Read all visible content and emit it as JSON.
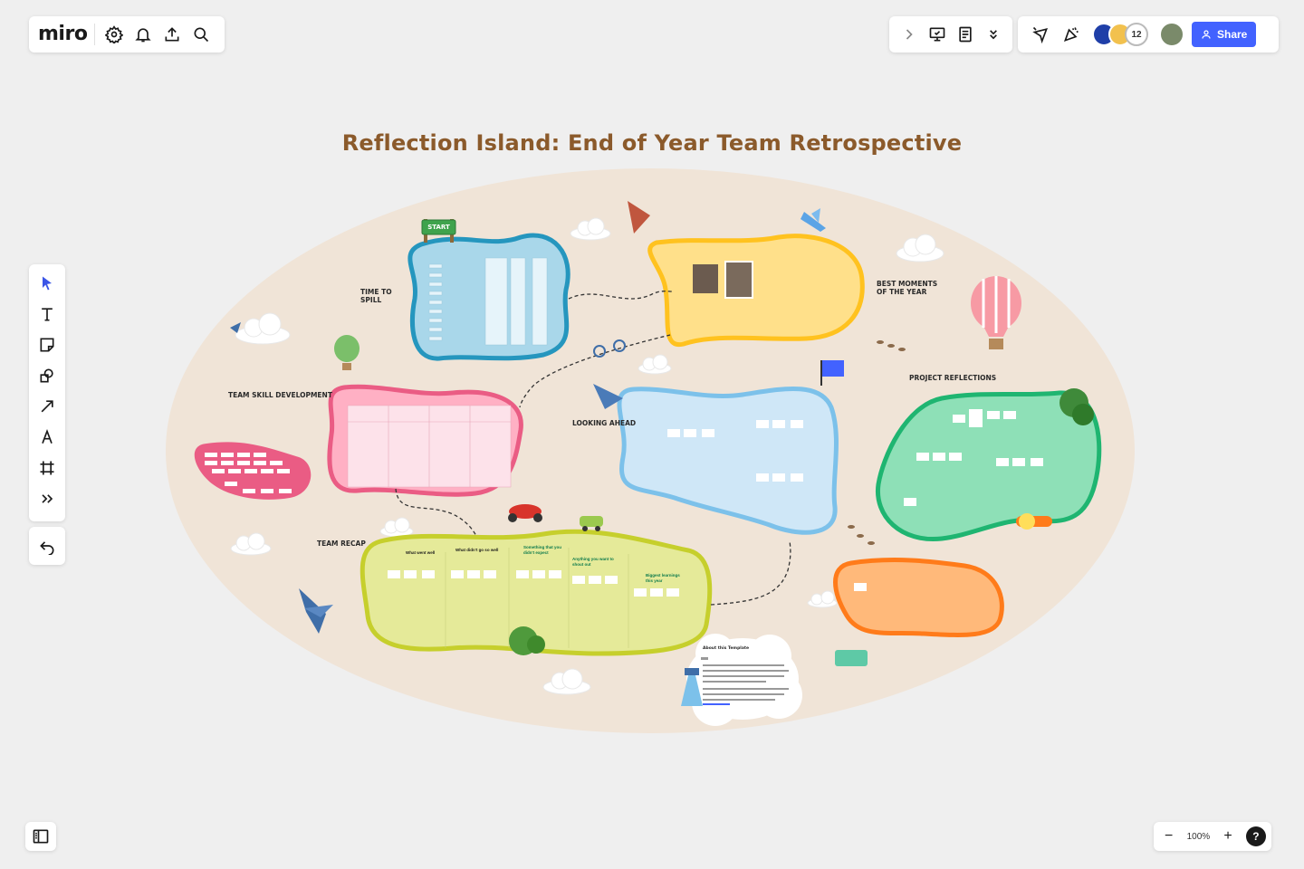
{
  "app": {
    "logo": "miro"
  },
  "toolbar_top_left": {
    "icons": [
      "settings-icon",
      "bell-icon",
      "upload-icon",
      "search-icon"
    ]
  },
  "toolbar_top_mid": {
    "icons": [
      "chevron-right-icon",
      "presentation-icon",
      "notes-icon",
      "chevrons-down-icon"
    ]
  },
  "collaboration": {
    "count": "12",
    "share_label": "Share"
  },
  "board": {
    "title": "Reflection Island: End of Year Team Retrospective",
    "sections": {
      "time_to_spill": "TIME TO SPILL",
      "best_moments": "BEST MOMENTS OF THE YEAR",
      "team_skill": "TEAM SKILL DEVELOPMENT",
      "looking_ahead": "LOOKING AHEAD",
      "project_reflections": "PROJECT REFLECTIONS",
      "team_recap": "TEAM RECAP"
    },
    "start_sign": "START",
    "about": {
      "heading": "About this Template"
    },
    "recap_zones": [
      "What went well",
      "What didn't go so well",
      "Something that you didn't expect",
      "Anything you want to shout out",
      "Biggest learnings this year"
    ]
  },
  "zoom": {
    "level": "100%",
    "minus": "−",
    "plus": "+",
    "help": "?"
  },
  "colors": {
    "accent": "#4262ff",
    "title": "#8b5a2b",
    "island_bg": "#f0e4d7"
  }
}
